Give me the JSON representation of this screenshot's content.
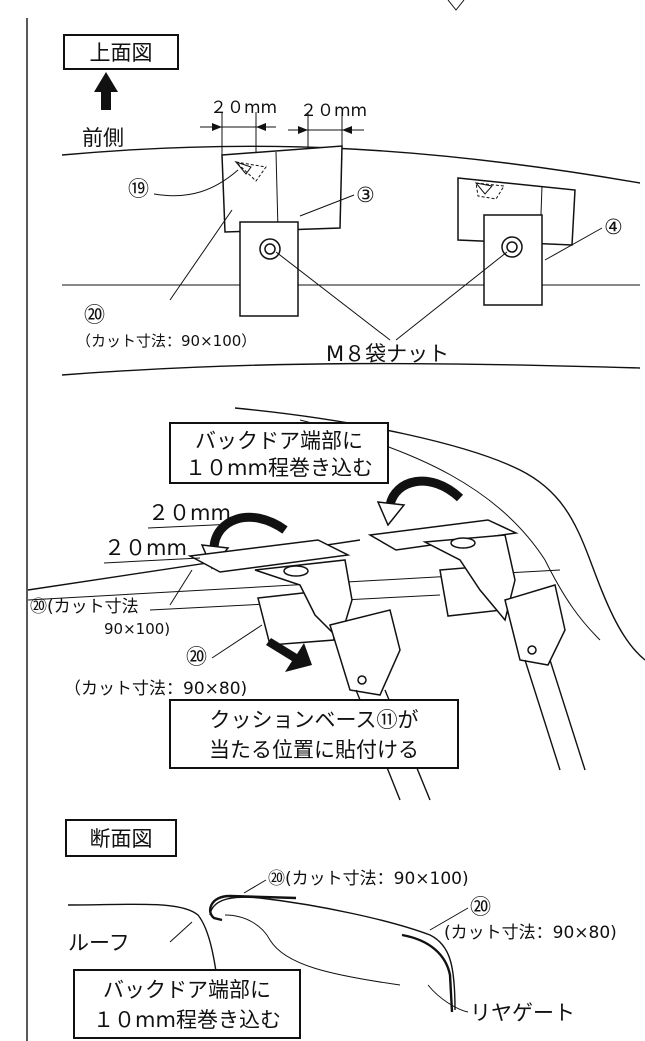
{
  "top_view": {
    "title": "上面図",
    "front_label": "前側",
    "dim_left": "２０mm",
    "dim_right": "２０mm",
    "callout_19": "⑲",
    "callout_3": "③",
    "callout_4": "④",
    "callout_20": "⑳",
    "cut_size": "（カット寸法：90×100）",
    "nut_label": "M８袋ナット"
  },
  "perspective_view": {
    "note_line1": "バックドア端部に",
    "note_line2": "１０mm程巻き込む",
    "dim_upper": "２０mm",
    "dim_lower": "２０mm",
    "callout_20_a": "⑳(カット寸法",
    "cut_a": "90×100)",
    "callout_20_b": "⑳",
    "cut_b": "（カット寸法：90×80)",
    "cushion_line1": "クッションベース⑪が",
    "cushion_line2": "当たる位置に貼付ける"
  },
  "section_view": {
    "title": "断面図",
    "callout_20_a": "⑳(カット寸法：90×100)",
    "callout_20_b": "⑳",
    "cut_b": "(カット寸法：90×80)",
    "roof_label": "ルーフ",
    "gate_label": "リヤゲート",
    "note_line1": "バックドア端部に",
    "note_line2": "１０mm程巻き込む"
  }
}
